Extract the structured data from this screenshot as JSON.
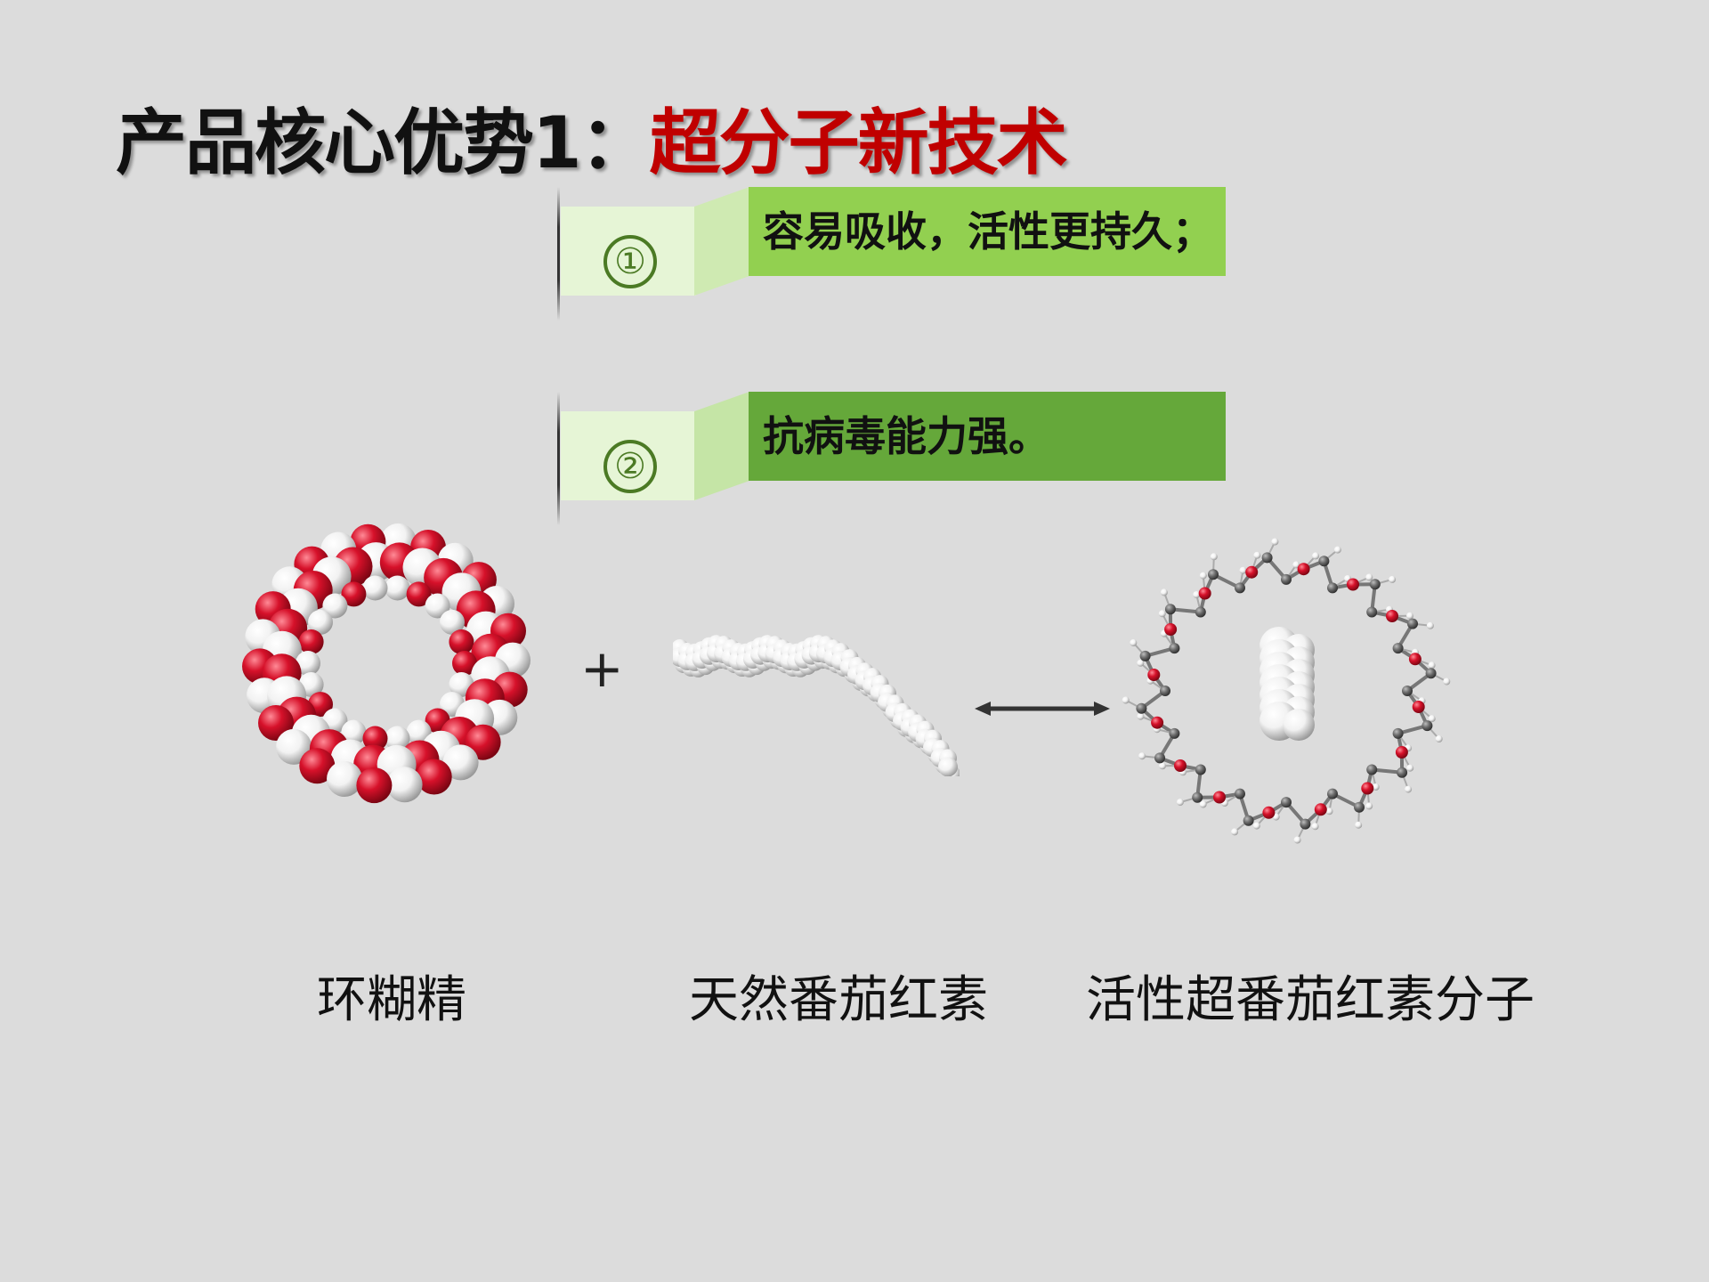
{
  "title": {
    "prefix": "产品核心优势1：",
    "highlight": "超分子新技术"
  },
  "points": [
    {
      "number": "①",
      "text": "容易吸收，活性更持久；"
    },
    {
      "number": "②",
      "text": "抗病毒能力强。"
    }
  ],
  "diagram": {
    "operator": "+",
    "labels": {
      "cyclodextrin": "环糊精",
      "lycopene": "天然番茄红素",
      "complex": "活性超番茄红素分子"
    }
  },
  "colors": {
    "title_highlight": "#c00000",
    "point1_bar": "#92d050",
    "point2_bar": "#65a83a",
    "atom_oxygen": "#d6112a",
    "atom_hydrogen": "#f2f2f2",
    "atom_carbon": "#6b6b6b"
  }
}
